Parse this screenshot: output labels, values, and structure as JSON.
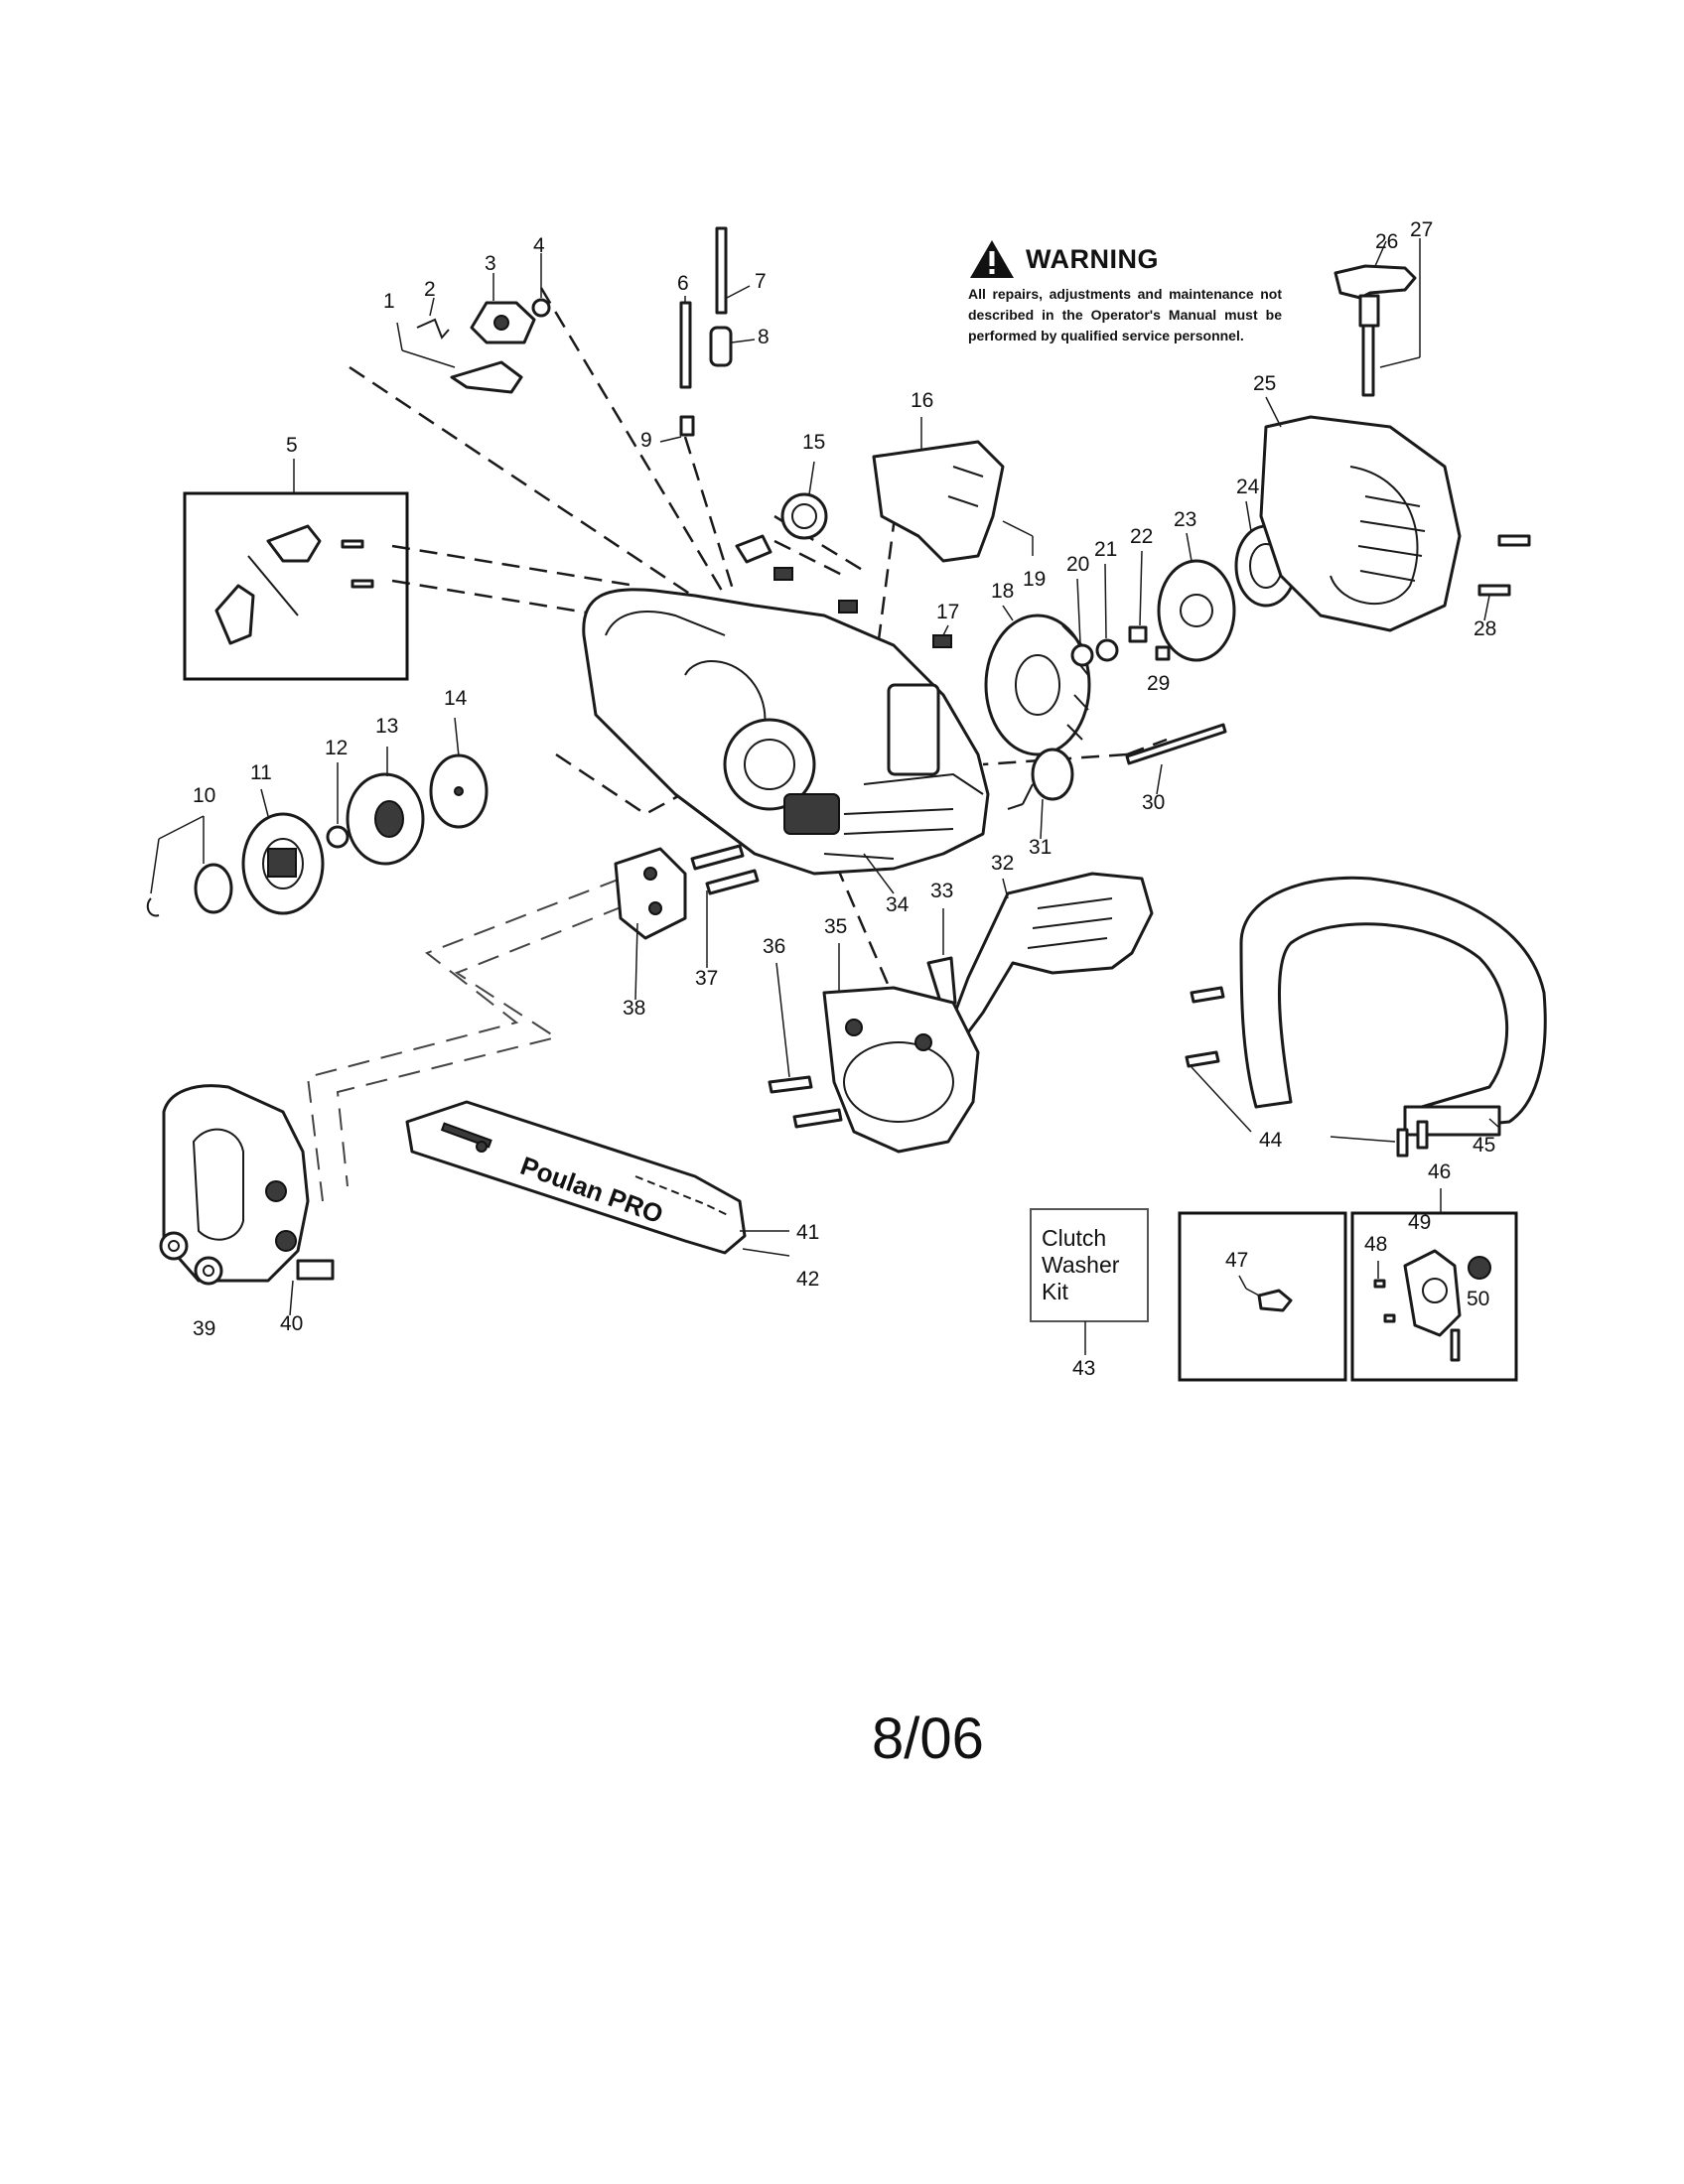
{
  "warning": {
    "title": "WARNING",
    "text": "All repairs, adjustments and maintenance not described in the Operator's Manual must be performed by qualified service personnel."
  },
  "kit_label": "Clutch Washer Kit",
  "bar_brand": "Poulan PRO",
  "date_stamp": "8/06",
  "callouts": {
    "c1": "1",
    "c2": "2",
    "c3": "3",
    "c4": "4",
    "c5": "5",
    "c6": "6",
    "c7": "7",
    "c8": "8",
    "c9": "9",
    "c10": "10",
    "c11": "11",
    "c12": "12",
    "c13": "13",
    "c14": "14",
    "c15": "15",
    "c16": "16",
    "c17": "17",
    "c18": "18",
    "c19": "19",
    "c20": "20",
    "c21": "21",
    "c22": "22",
    "c23": "23",
    "c24": "24",
    "c25": "25",
    "c26": "26",
    "c27": "27",
    "c28": "28",
    "c29": "29",
    "c30": "30",
    "c31": "31",
    "c32": "32",
    "c33": "33",
    "c34": "34",
    "c35": "35",
    "c36": "36",
    "c37": "37",
    "c38": "38",
    "c39": "39",
    "c40": "40",
    "c41": "41",
    "c42": "42",
    "c43": "43",
    "c44": "44",
    "c45": "45",
    "c46": "46",
    "c47": "47",
    "c48": "48",
    "c49": "49",
    "c50": "50"
  },
  "icons": {
    "warning": "warning-triangle-icon"
  }
}
